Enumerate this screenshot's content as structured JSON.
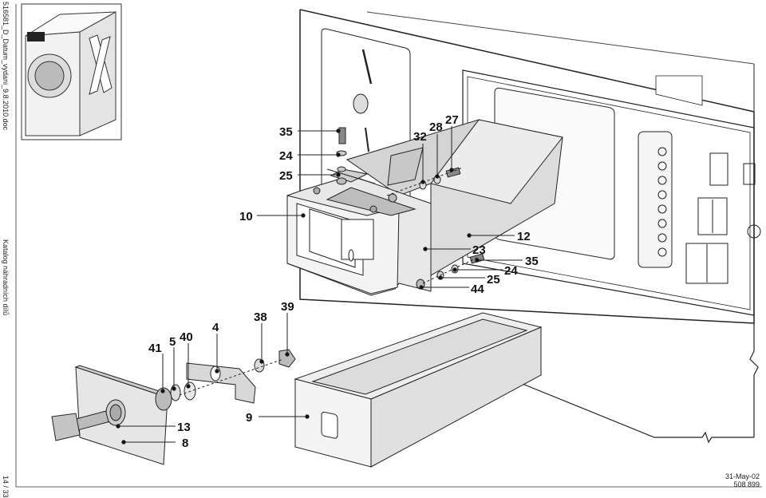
{
  "side_texts": {
    "document": "516581_D_Datum_vydani_9.8.2010.doc",
    "catalog": "Katalog náhradních dílů",
    "page": "14 / 33"
  },
  "footer": {
    "date": "31-May-02",
    "code": "508 899"
  },
  "callouts": {
    "p35a": "35",
    "p24a": "24",
    "p25a": "25",
    "p10": "10",
    "p32": "32",
    "p28": "28",
    "p27": "27",
    "p12": "12",
    "p23": "23",
    "p35b": "35",
    "p24b": "24",
    "p25b": "25",
    "p44": "44",
    "p38": "38",
    "p39": "39",
    "p4": "4",
    "p40": "40",
    "p5": "5",
    "p41": "41",
    "p13": "13",
    "p8": "8",
    "p9": "9"
  }
}
